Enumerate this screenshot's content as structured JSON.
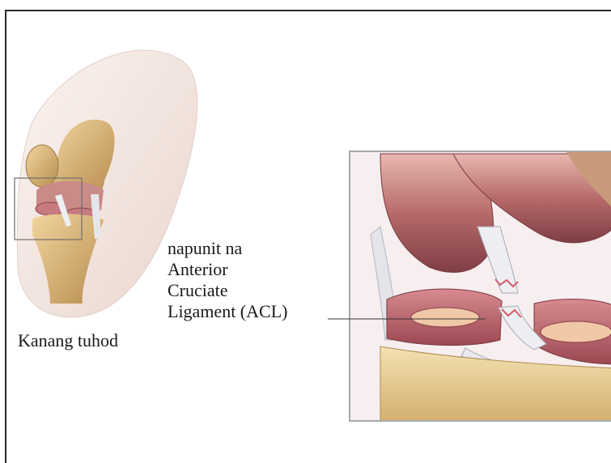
{
  "labels": {
    "knee_caption": "Kanang tuhod",
    "acl_line1": "napunit na",
    "acl_line2": "Anterior",
    "acl_line3": "Cruciate",
    "acl_line4": "Ligament (ACL)"
  },
  "colors": {
    "skin": "#f2e6e0",
    "bone": "#d9b57a",
    "cartilage": "#c7707a",
    "ligament": "#e8e8ec",
    "outline": "#2a2a2a"
  }
}
